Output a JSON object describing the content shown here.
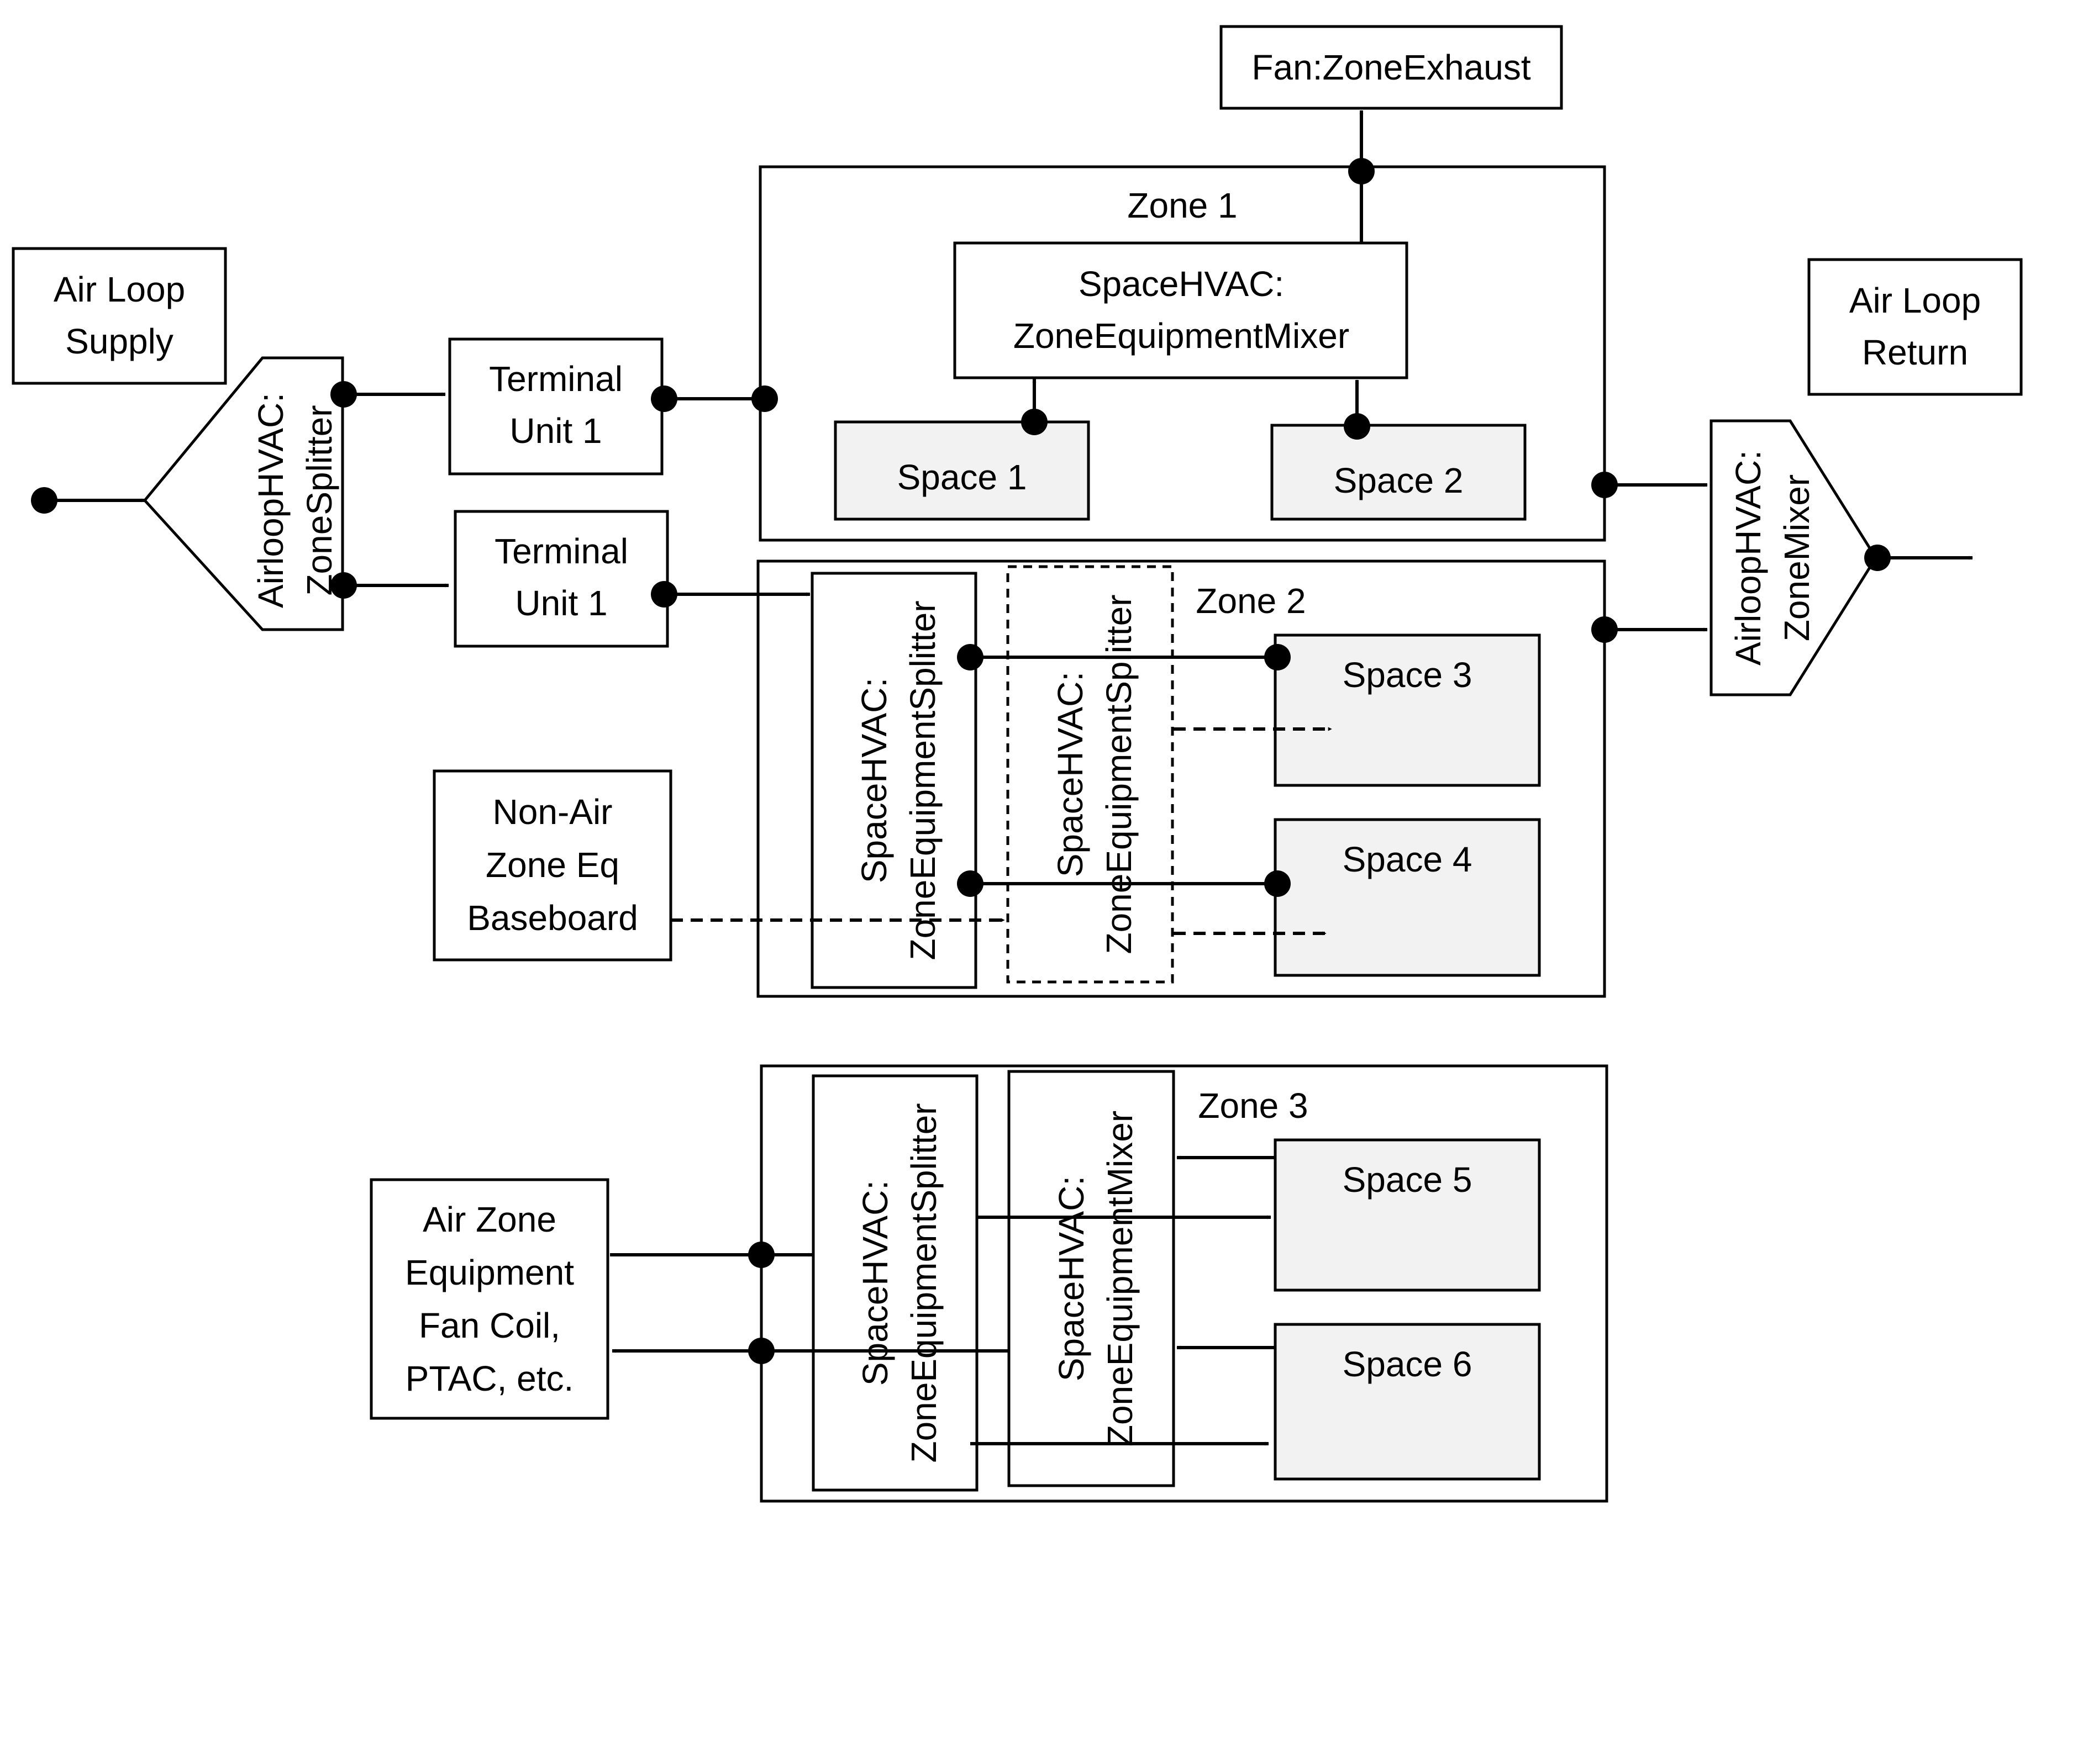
{
  "colors": {
    "line": "#000000",
    "background": "#ffffff",
    "space_fill": "#f2f2f2"
  },
  "labels": {
    "fan_zone_exhaust": "Fan:ZoneExhaust",
    "air_loop_supply_l1": "Air Loop",
    "air_loop_supply_l2": "Supply",
    "air_loop_return_l1": "Air Loop",
    "air_loop_return_l2": "Return",
    "zone_splitter_l1": "AirloopHVAC:",
    "zone_splitter_l2": "ZoneSplitter",
    "zone_mixer_l1": "AirloopHVAC:",
    "zone_mixer_l2": "ZoneMixer",
    "terminal_unit_a_l1": "Terminal",
    "terminal_unit_a_l2": "Unit 1",
    "terminal_unit_b_l1": "Terminal",
    "terminal_unit_b_l2": "Unit 1",
    "zone1": "Zone 1",
    "zone1_mixer_l1": "SpaceHVAC:",
    "zone1_mixer_l2": "ZoneEquipmentMixer",
    "space1": "Space 1",
    "space2": "Space 2",
    "zone2": "Zone 2",
    "zone2_splitter_l1": "SpaceHVAC:",
    "zone2_splitter_l2": "ZoneEquipmentSplitter",
    "zone2_dashed_splitter_l1": "SpaceHVAC:",
    "zone2_dashed_splitter_l2": "ZoneEquipmentSplitter",
    "space3": "Space 3",
    "space4": "Space 4",
    "non_air_l1": "Non-Air",
    "non_air_l2": "Zone Eq",
    "non_air_l3": "Baseboard",
    "zone3": "Zone 3",
    "zone3_splitter_l1": "SpaceHVAC:",
    "zone3_splitter_l2": "ZoneEquipmentSplitter",
    "zone3_mixer_l1": "SpaceHVAC:",
    "zone3_mixer_l2": "ZoneEquipmentMixer",
    "space5": "Space 5",
    "space6": "Space 6",
    "air_zone_eq_l1": "Air Zone",
    "air_zone_eq_l2": "Equipment",
    "air_zone_eq_l3": "Fan Coil,",
    "air_zone_eq_l4": "PTAC, etc."
  }
}
